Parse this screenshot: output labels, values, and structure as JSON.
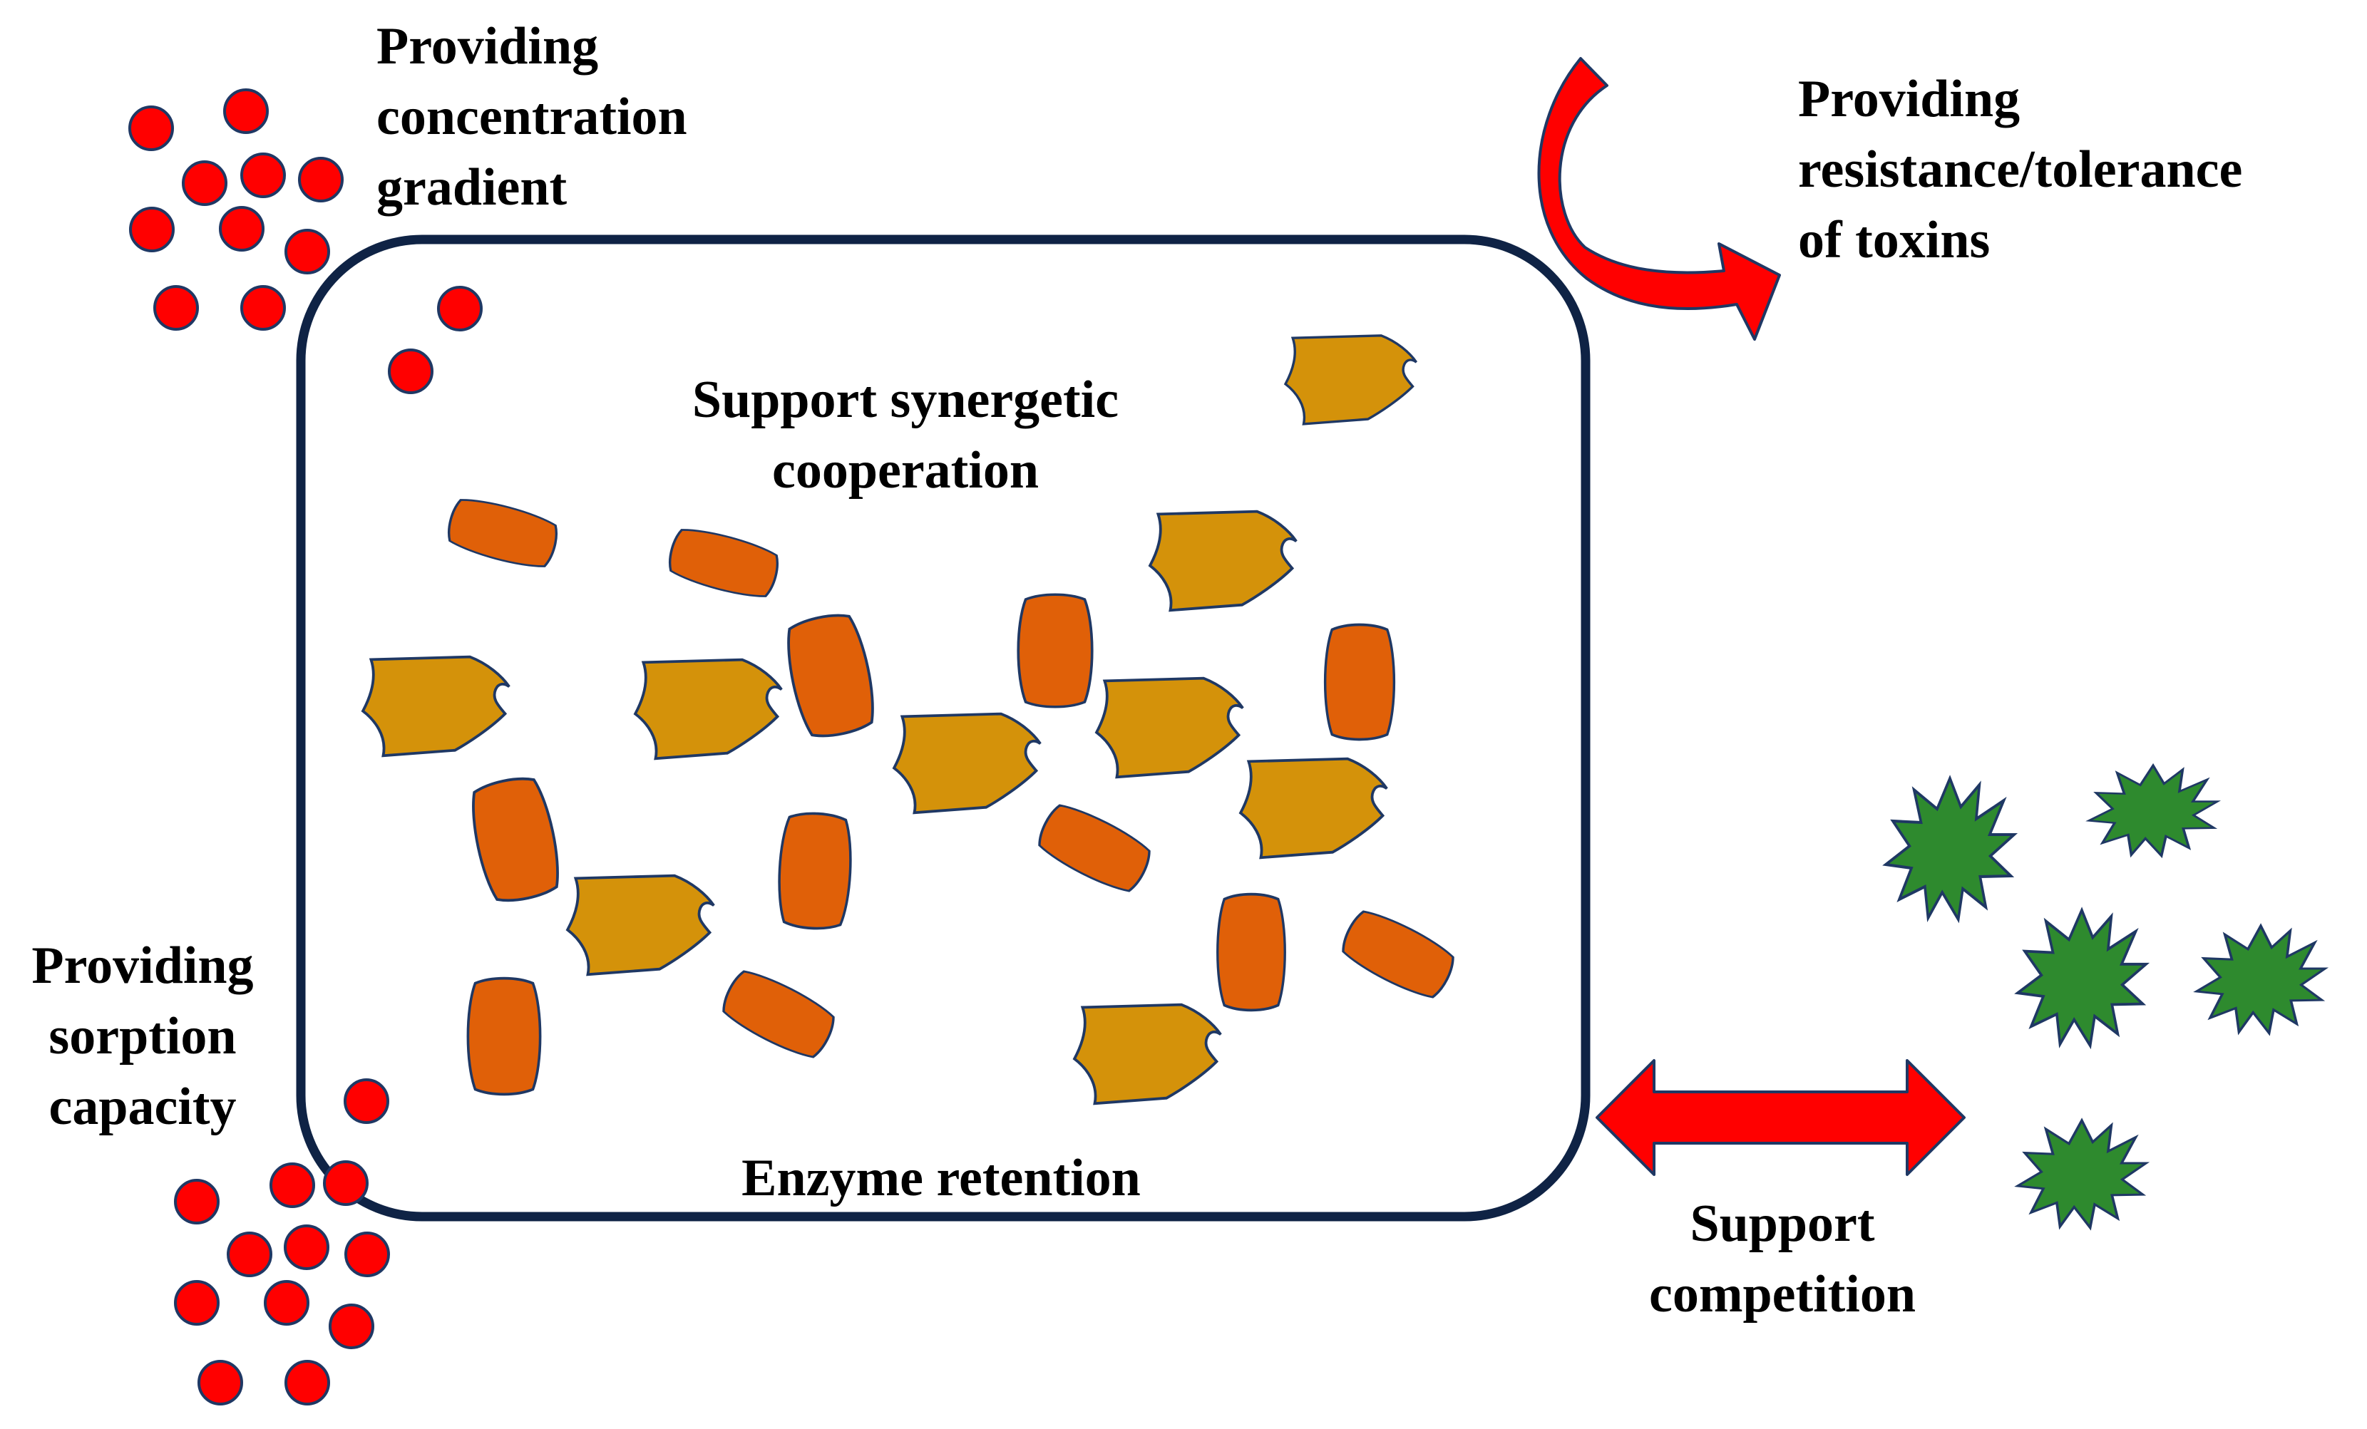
{
  "labels": {
    "concentration_gradient": [
      "Providing",
      "concentration",
      "gradient"
    ],
    "resistance_tolerance": [
      "Providing",
      "resistance/tolerance",
      "of toxins"
    ],
    "synergetic_cooperation": [
      "Support synergetic",
      "cooperation"
    ],
    "sorption_capacity": [
      "Providing",
      "sorption",
      "capacity"
    ],
    "enzyme_retention": "Enzyme retention",
    "support_competition": [
      "Support",
      "competition"
    ]
  },
  "colors": {
    "frame_stroke": "#0f2345",
    "dot_fill": "#ff0000",
    "arrow_fill": "#ff0000",
    "capsule_fill": "#e06008",
    "blob_fill": "#d4920a",
    "star_fill": "#2e8a2e",
    "shape_stroke": "#1f3864"
  },
  "icons": [
    "red-dot-icon",
    "curved-arrow-icon",
    "double-arrow-icon",
    "capsule-cell-icon",
    "blob-cell-icon",
    "spiky-star-icon"
  ]
}
